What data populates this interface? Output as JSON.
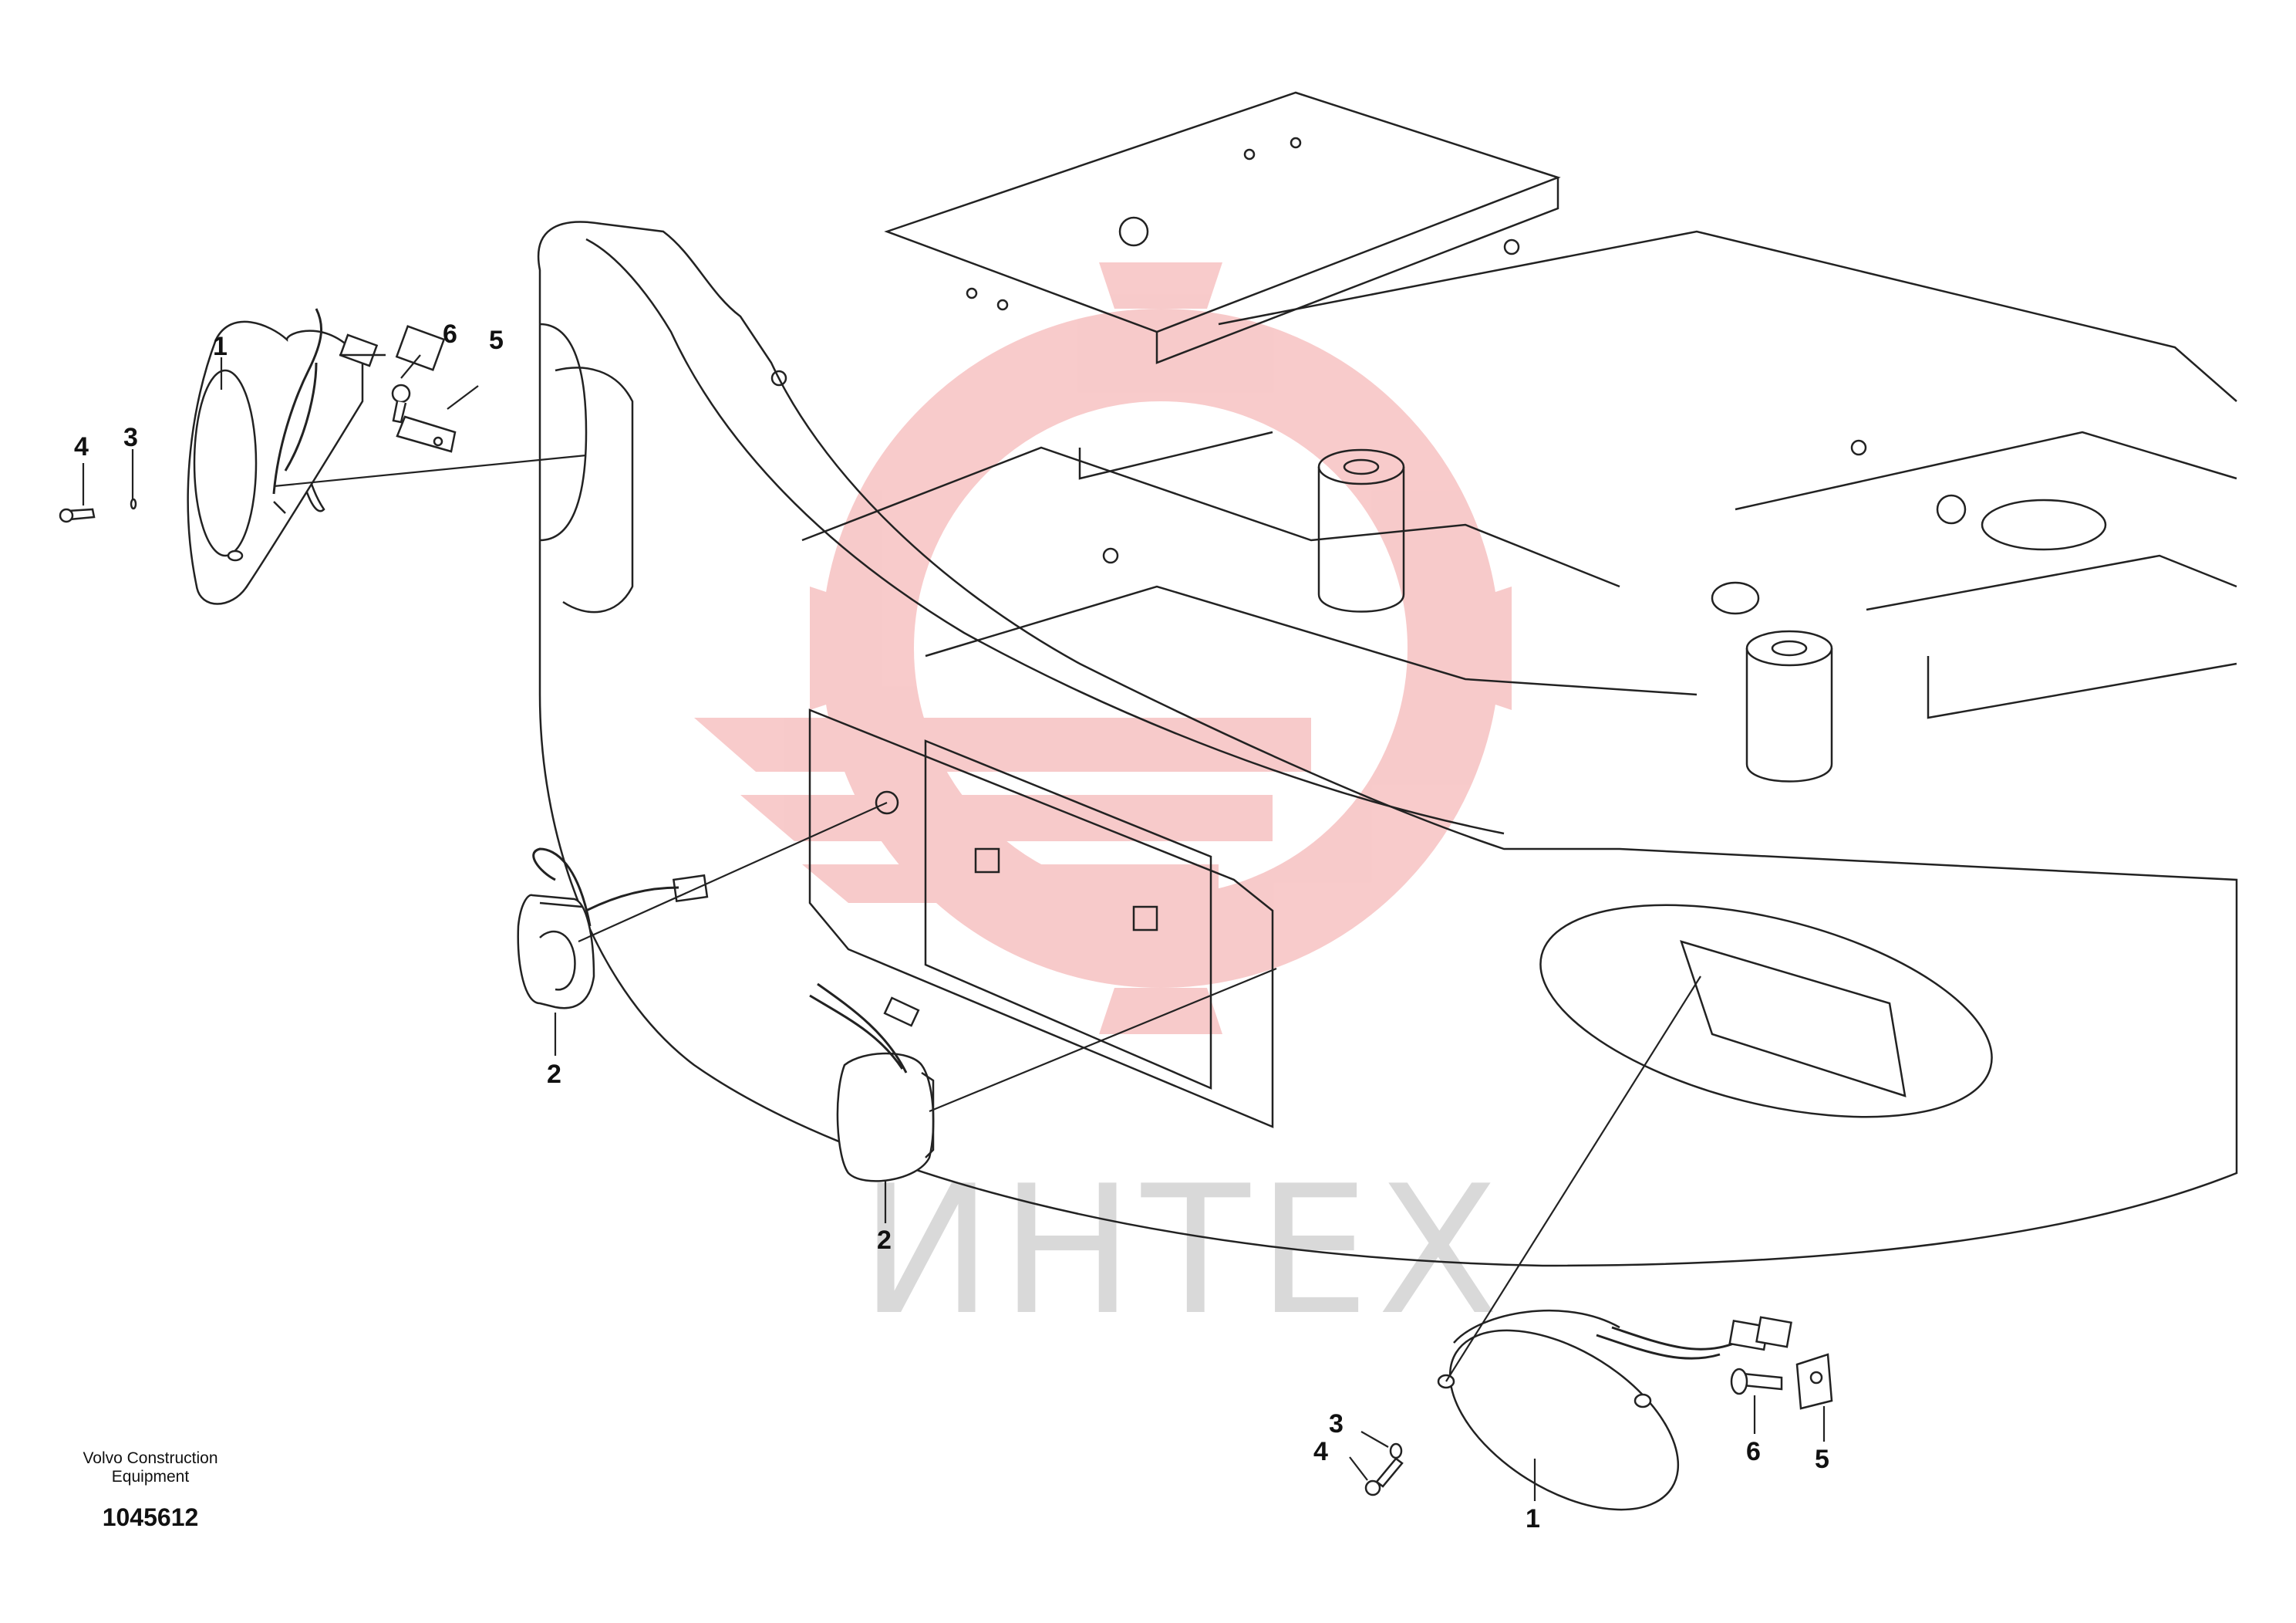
{
  "diagram": {
    "watermark": {
      "text": "ИНТЕХ",
      "color": "#d9d9d9",
      "logo_color": "#f2a0a0"
    },
    "callouts": [
      {
        "id": "c1a",
        "label": "1"
      },
      {
        "id": "c2a",
        "label": "2"
      },
      {
        "id": "c2b",
        "label": "2"
      },
      {
        "id": "c3a",
        "label": "3"
      },
      {
        "id": "c4a",
        "label": "4"
      },
      {
        "id": "c5a",
        "label": "5"
      },
      {
        "id": "c6a",
        "label": "6"
      },
      {
        "id": "c1b",
        "label": "1"
      },
      {
        "id": "c3b",
        "label": "3"
      },
      {
        "id": "c4b",
        "label": "4"
      },
      {
        "id": "c5b",
        "label": "5"
      },
      {
        "id": "c6b",
        "label": "6"
      }
    ],
    "footer": {
      "manufacturer": "Volvo Construction Equipment",
      "drawing_number": "1045612"
    }
  }
}
